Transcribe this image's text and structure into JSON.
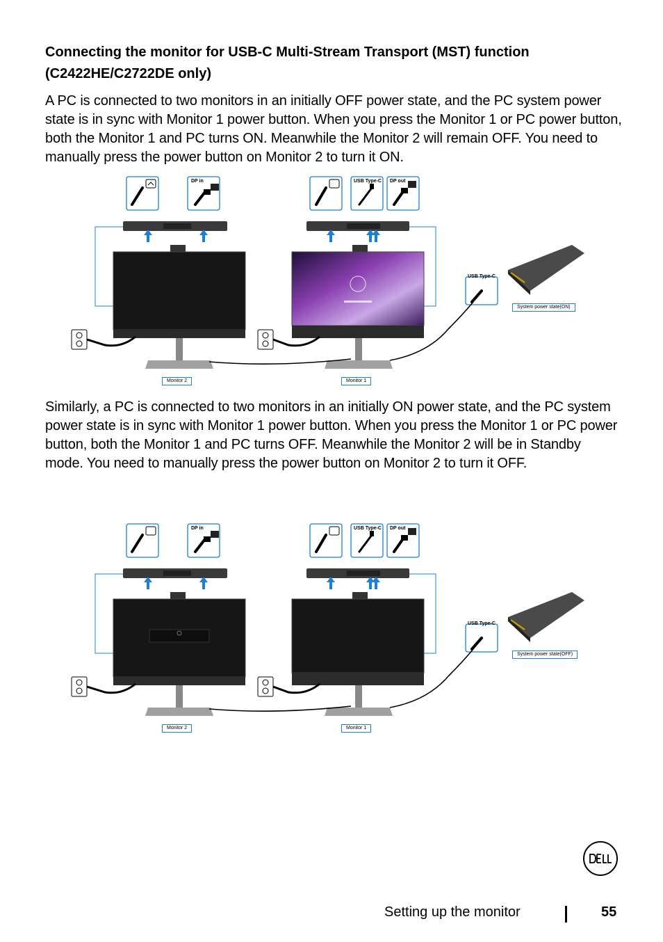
{
  "heading": "Connecting the monitor for USB-C Multi-Stream Transport (MST) function (C2422HE/C2722DE only)",
  "paragraph1": "A PC is connected to two monitors in an initially OFF power state, and the PC system power state is in sync with Monitor 1 power button. When you press the Monitor 1 or PC power button, both the Monitor 1 and PC turns ON. Meanwhile the Monitor 2 will remain OFF. You need to manually press the power button on Monitor 2 to turn it ON.",
  "paragraph2": "Similarly, a PC is connected to two monitors in an initially ON power state, and the PC system power state is in sync with Monitor 1 power button. When you press the Monitor 1 or PC power button, both the Monitor 1 and PC turns OFF. Meanwhile the Monitor 2 will be in Standby mode. You need to manually press the power button on Monitor 2 to turn it OFF.",
  "diagram1": {
    "dp_in": "DP in",
    "usb_type_c_port": "USB Type-C",
    "dp_out": "DP out",
    "usb_type_c_pc": "USB Type-C",
    "system_state": "System power state(ON)",
    "monitor2": "Monitor 2",
    "monitor1": "Monitor 1"
  },
  "diagram2": {
    "dp_in": "DP in",
    "usb_type_c_port": "USB Type-C",
    "dp_out": "DP out",
    "usb_type_c_pc": "USB Type-C",
    "system_state": "System power state(OFF)",
    "monitor2": "Monitor 2",
    "monitor1": "Monitor 1"
  },
  "footer": {
    "section": "Setting up the monitor",
    "page": "55"
  },
  "colors": {
    "accent_blue": "#1a7fd6",
    "monitor_frame": "#2b2b2b",
    "screen_off": "#161616"
  }
}
